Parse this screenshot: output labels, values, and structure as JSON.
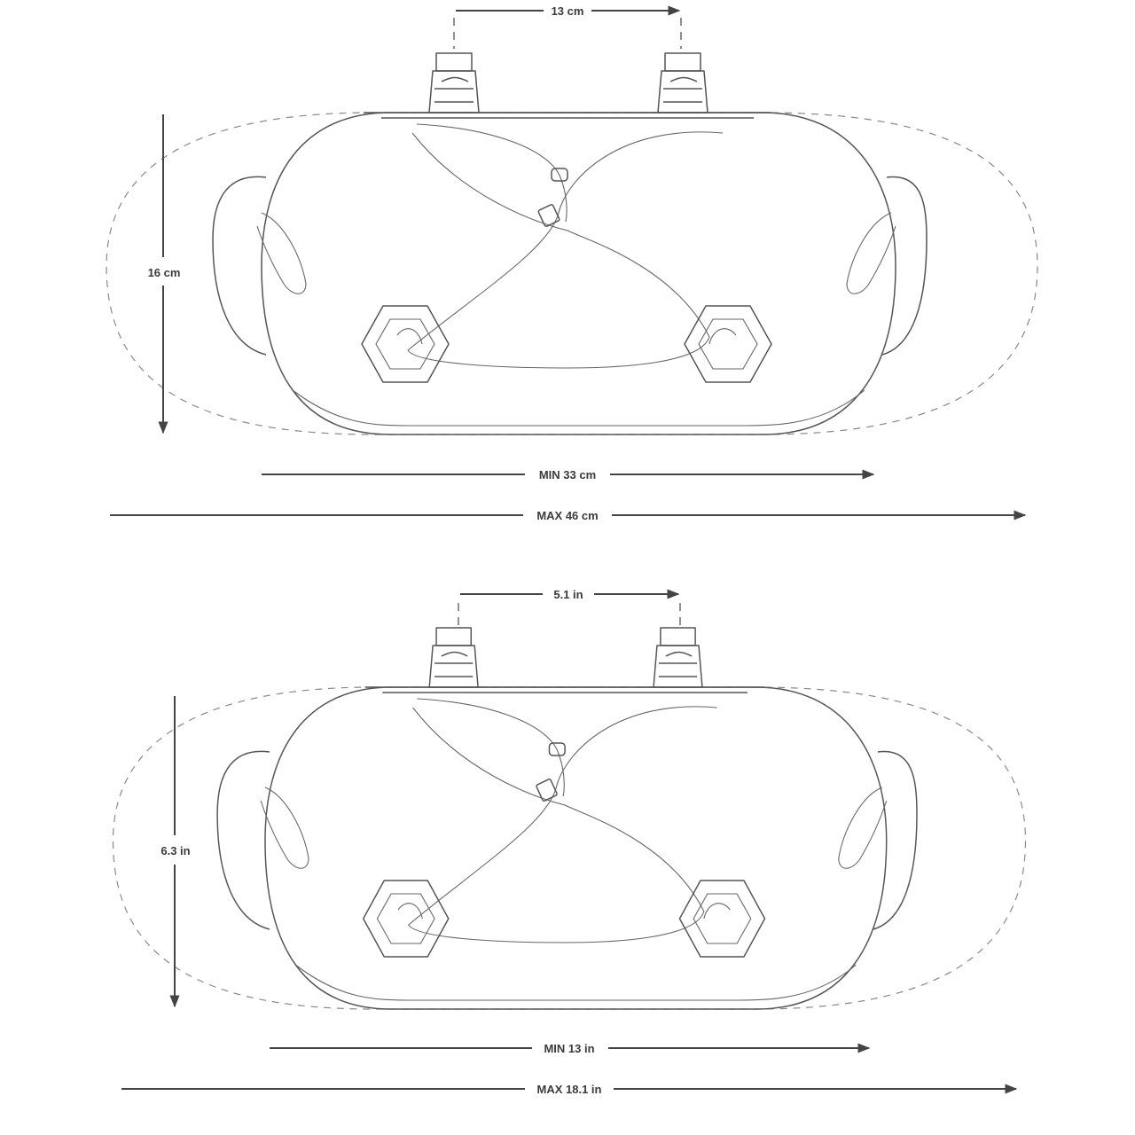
{
  "metric": {
    "strap_spacing": "13 cm",
    "height": "16 cm",
    "min_width": "MIN 33 cm",
    "max_width": "MAX 46 cm"
  },
  "imperial": {
    "strap_spacing": "5.1 in",
    "height": "6.3 in",
    "min_width": "MIN 13 in",
    "max_width": "MAX 18.1 in"
  }
}
